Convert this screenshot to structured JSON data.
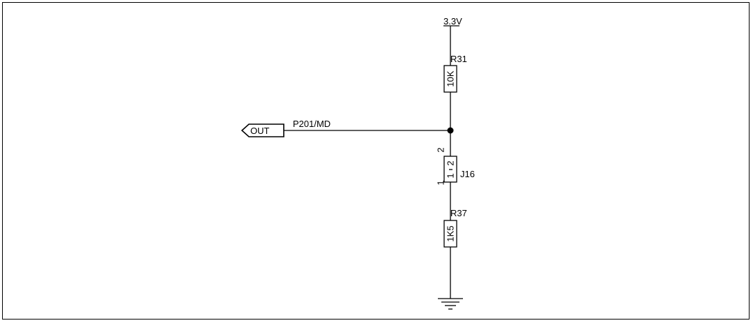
{
  "power": {
    "label": "3.3V"
  },
  "r31": {
    "ref": "R31",
    "value": "10K"
  },
  "net": {
    "label": "P201/MD"
  },
  "port": {
    "label": "OUT"
  },
  "j16": {
    "ref": "J16",
    "pin_top": "2",
    "pin_bottom": "1",
    "inner_2": "2",
    "inner_1": "1"
  },
  "r37": {
    "ref": "R37",
    "value": "1K5"
  }
}
